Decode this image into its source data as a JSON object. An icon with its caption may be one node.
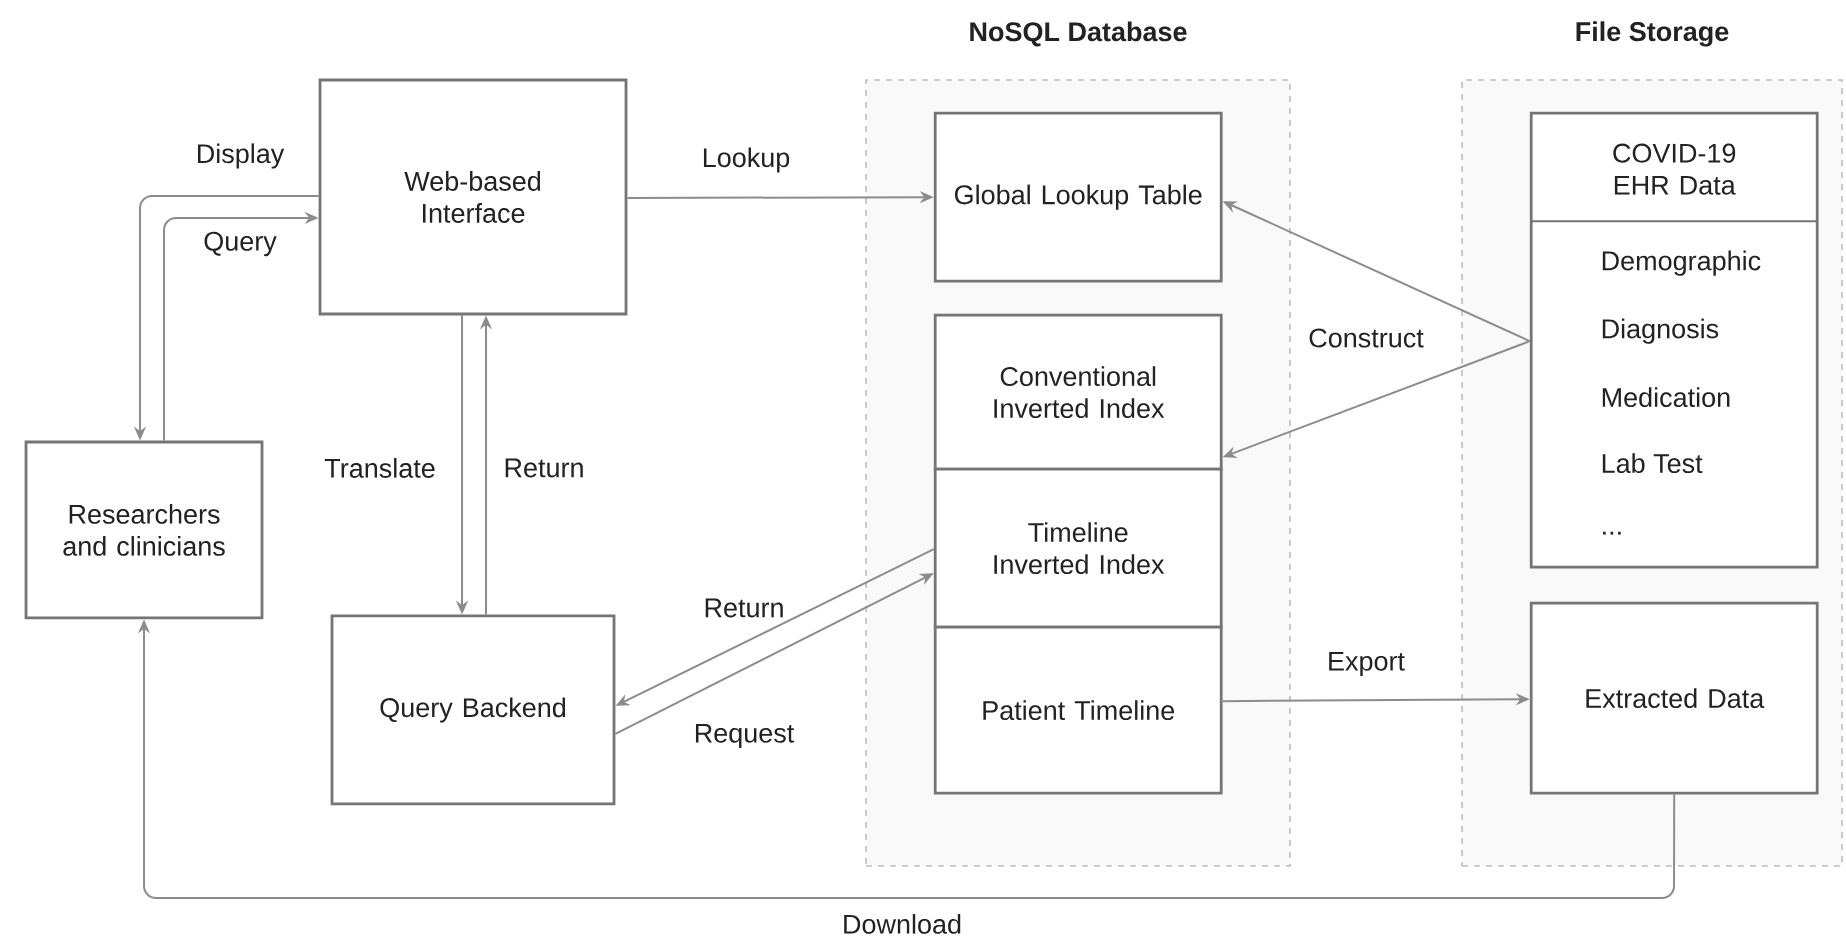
{
  "diagram": {
    "nodes": [
      {
        "text": [
          "Researchers and clinicians"
        ]
      },
      {
        "text": [
          "Web-based Interface"
        ]
      },
      {
        "text": [
          "Query Backend"
        ]
      },
      {
        "text": [
          "NoSQL Database"
        ]
      },
      {
        "text": [
          "Global Lookup Table"
        ],
        "in": 3
      },
      {
        "text": [
          "Conventional Inverted Index"
        ],
        "in": 3
      },
      {
        "text": [
          "Timeline Inverted Index"
        ],
        "in": 3
      },
      {
        "text": [
          "Patient Timeline"
        ],
        "in": 3
      },
      {
        "text": [
          "File Storage"
        ]
      },
      {
        "text": [
          "COVID-19 EHR Data",
          "Demographic",
          "Diagnosis",
          "Medication",
          "Lab Test",
          "..."
        ],
        "in": 8
      },
      {
        "text": [
          "Extracted Data"
        ],
        "in": 8
      }
    ],
    "edges": [
      {
        "from": 1,
        "to": 0,
        "arrow": "to",
        "label": "Display"
      },
      {
        "from": 0,
        "to": 1,
        "arrow": "to",
        "label": "Query"
      },
      {
        "from": 1,
        "to": 4,
        "arrow": "to",
        "label": "Lookup"
      },
      {
        "from": 1,
        "to": 2,
        "arrow": "to",
        "label": "Translate"
      },
      {
        "from": 2,
        "to": 1,
        "arrow": "to",
        "label": "Return"
      },
      {
        "from": 6,
        "to": 2,
        "arrow": "to",
        "label": "Return"
      },
      {
        "from": 2,
        "to": 6,
        "arrow": "to",
        "label": "Request"
      },
      {
        "from": 9,
        "to": 4,
        "arrow": "to",
        "label": "Construct"
      },
      {
        "from": 9,
        "to": 5,
        "arrow": "to"
      },
      {
        "from": 7,
        "to": 10,
        "arrow": "to",
        "label": "Export"
      },
      {
        "from": 10,
        "to": 0,
        "arrow": "to",
        "label": "Download"
      }
    ]
  }
}
